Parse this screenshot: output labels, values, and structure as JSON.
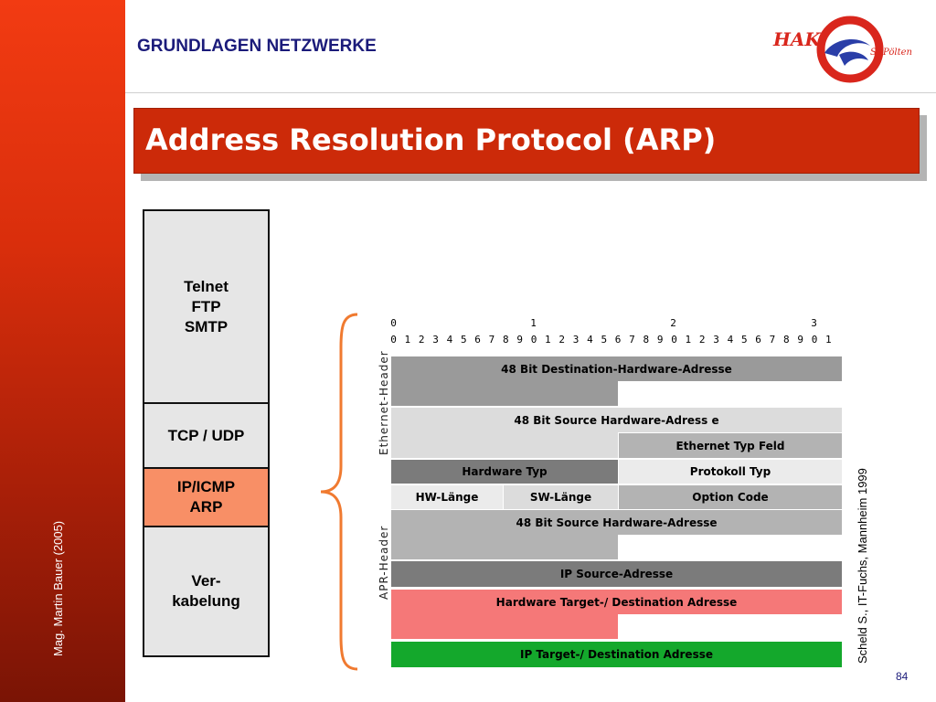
{
  "header": {
    "section_title": "GRUNDLAGEN NETZWERKE",
    "logo_text": "HAK",
    "logo_subtext": "St.Pölten"
  },
  "sidebar": {
    "author": "Mag. Martin Bauer (2005)"
  },
  "slide": {
    "title": "Address Resolution Protocol (ARP)",
    "page_number": "84",
    "source": "Scheld S., IT-Fuchs, Mannheim 1999"
  },
  "protocol_stack": {
    "layers": [
      {
        "lines": [
          "Telnet",
          "FTP",
          "SMTP"
        ],
        "highlighted": false
      },
      {
        "lines": [
          "TCP / UDP"
        ],
        "highlighted": false
      },
      {
        "lines": [
          "IP/ICMP",
          "ARP"
        ],
        "highlighted": true
      },
      {
        "lines": [
          "Ver-",
          "kabelung"
        ],
        "highlighted": false
      }
    ]
  },
  "packet_diagram": {
    "bit_tens": [
      "0",
      "1",
      "2",
      "3"
    ],
    "bit_units": [
      "0",
      "1",
      "2",
      "3",
      "4",
      "5",
      "6",
      "7",
      "8",
      "9",
      "0",
      "1",
      "2",
      "3",
      "4",
      "5",
      "6",
      "7",
      "8",
      "9",
      "0",
      "1",
      "2",
      "3",
      "4",
      "5",
      "6",
      "7",
      "8",
      "9",
      "0",
      "1"
    ],
    "section_labels": {
      "ethernet": "Ethernet-Header",
      "arp": "APR-Header"
    },
    "fields": {
      "dest_hw": "48 Bit Destination-Hardware-Adresse",
      "src_hw_eth": "48 Bit Source Hardware-Adress e",
      "eth_type": "Ethernet Typ Feld",
      "hw_type": "Hardware Typ",
      "proto_type": "Protokoll Typ",
      "hw_len": "HW-Länge",
      "sw_len": "SW-Länge",
      "option_code": "Option Code",
      "src_hw_arp": "48 Bit Source Hardware-Adresse",
      "ip_src": "IP Source-Adresse",
      "hw_target": "Hardware Target-/ Destination Adresse",
      "ip_target": "IP Target-/ Destination Adresse"
    },
    "colors": {
      "highlight_layer": "#f88f66",
      "hardware_target": "#f57878",
      "ip_target": "#14a82c",
      "brace": "#f07a30"
    }
  }
}
